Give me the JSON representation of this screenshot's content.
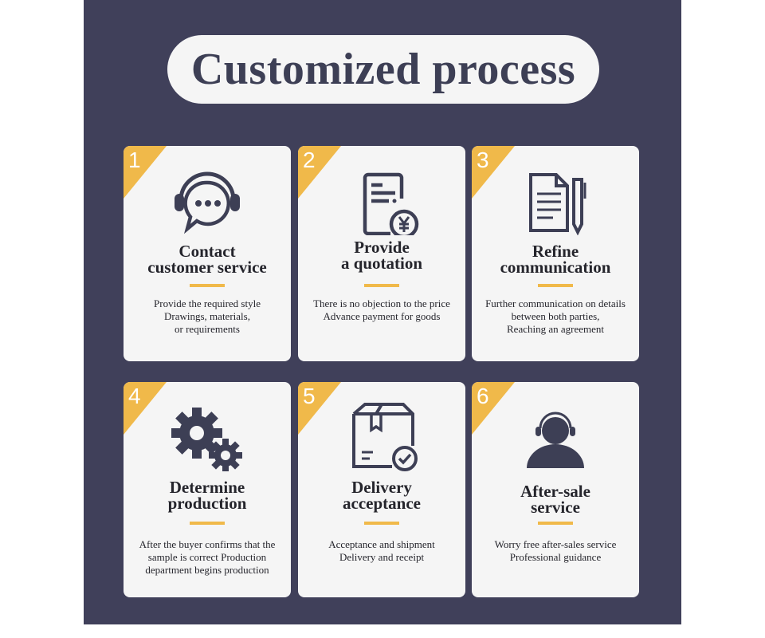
{
  "title": "Customized process",
  "colors": {
    "panel": "#40405a",
    "accent": "#f0b94a",
    "card": "#f5f5f5",
    "icon": "#3d3f55"
  },
  "steps": [
    {
      "number": "1",
      "icon": "headset-chat-icon",
      "title": [
        "Contact",
        "customer service"
      ],
      "desc": [
        "Provide the required style",
        "Drawings, materials,",
        "or requirements"
      ]
    },
    {
      "number": "2",
      "icon": "quotation-document-icon",
      "title": [
        "Provide",
        "a quotation"
      ],
      "desc": [
        "There is no objection to the price",
        "Advance payment for goods"
      ]
    },
    {
      "number": "3",
      "icon": "document-pen-icon",
      "title": [
        "Refine",
        "communication"
      ],
      "desc": [
        "Further communication on details",
        "between both parties,",
        "Reaching an agreement"
      ]
    },
    {
      "number": "4",
      "icon": "gears-icon",
      "title": [
        "Determine",
        "production"
      ],
      "desc": [
        "After the buyer confirms that the",
        "sample is correct Production",
        "department begins production"
      ]
    },
    {
      "number": "5",
      "icon": "package-check-icon",
      "title": [
        "Delivery",
        "acceptance"
      ],
      "desc": [
        "Acceptance and shipment",
        "Delivery and receipt"
      ]
    },
    {
      "number": "6",
      "icon": "support-agent-icon",
      "title": [
        "After-sale",
        "service"
      ],
      "desc": [
        "Worry free after-sales service",
        "Professional guidance"
      ]
    }
  ]
}
